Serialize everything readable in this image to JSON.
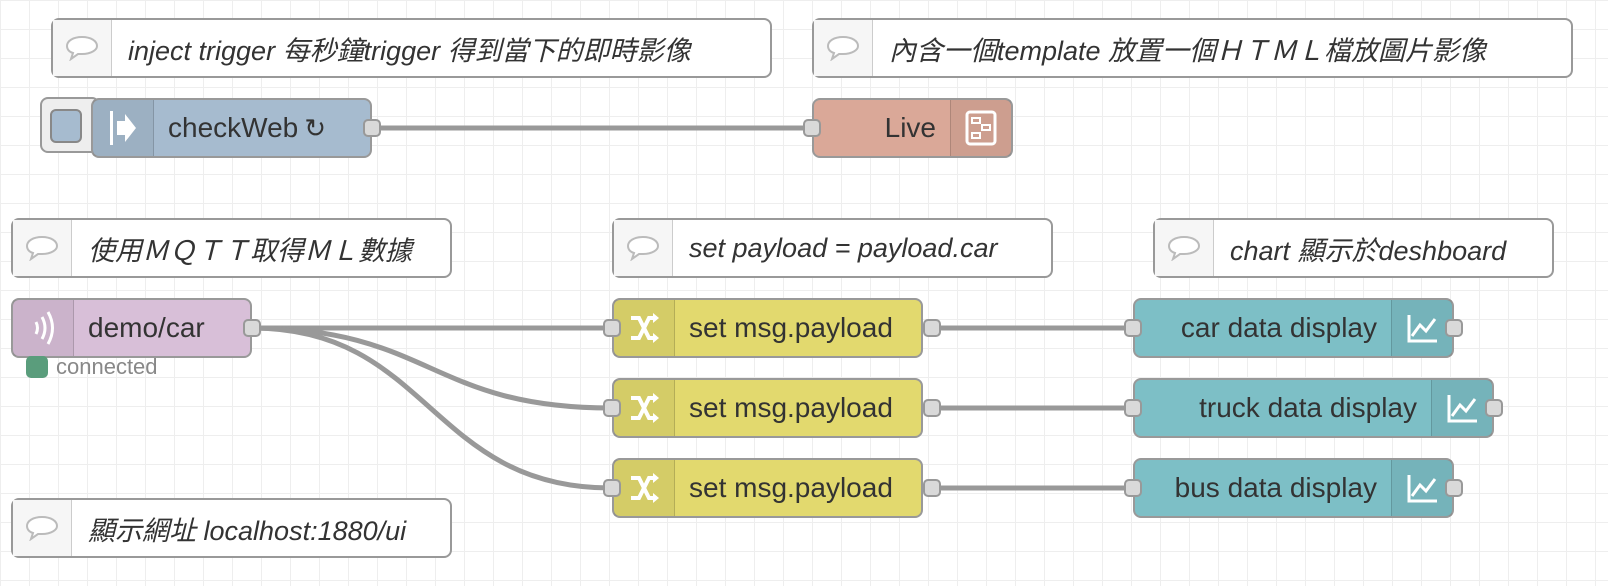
{
  "colors": {
    "inject": "#a6bbcf",
    "template": "#daa898",
    "mqtt": "#d8bfd8",
    "change": "#e2d96e",
    "chart": "#7dbfc6",
    "status_connected": "#5a9d7c",
    "wire": "#999999"
  },
  "comments": [
    {
      "id": "c1",
      "text": "inject trigger 每秒鐘trigger 得到當下的即時影像",
      "icon": "speech-bubble-icon"
    },
    {
      "id": "c2",
      "text": "內含一個template 放置一個ＨＴＭＬ檔放圖片影像",
      "icon": "speech-bubble-icon"
    },
    {
      "id": "c3",
      "text": "使用ＭＱＴＴ取得ＭＬ數據",
      "icon": "speech-bubble-icon"
    },
    {
      "id": "c4",
      "text": "set payload = payload.car",
      "icon": "speech-bubble-icon"
    },
    {
      "id": "c5",
      "text": "chart 顯示於deshboard",
      "icon": "speech-bubble-icon"
    },
    {
      "id": "c6",
      "text": "顯示網址 localhost:1880/ui",
      "icon": "speech-bubble-icon"
    }
  ],
  "nodes": {
    "inject": {
      "label": "checkWeb",
      "suffix": "↻",
      "icon": "arrow-in-icon"
    },
    "template": {
      "label": "Live",
      "icon": "template-icon"
    },
    "mqtt": {
      "label": "demo/car",
      "icon": "radio-waves-icon",
      "status": "connected"
    },
    "change1": {
      "label": "set msg.payload",
      "icon": "shuffle-icon"
    },
    "change2": {
      "label": "set msg.payload",
      "icon": "shuffle-icon"
    },
    "change3": {
      "label": "set msg.payload",
      "icon": "shuffle-icon"
    },
    "chart1": {
      "label": "car data display",
      "icon": "line-chart-icon"
    },
    "chart2": {
      "label": "truck data display",
      "icon": "line-chart-icon"
    },
    "chart3": {
      "label": "bus data display",
      "icon": "line-chart-icon"
    }
  }
}
